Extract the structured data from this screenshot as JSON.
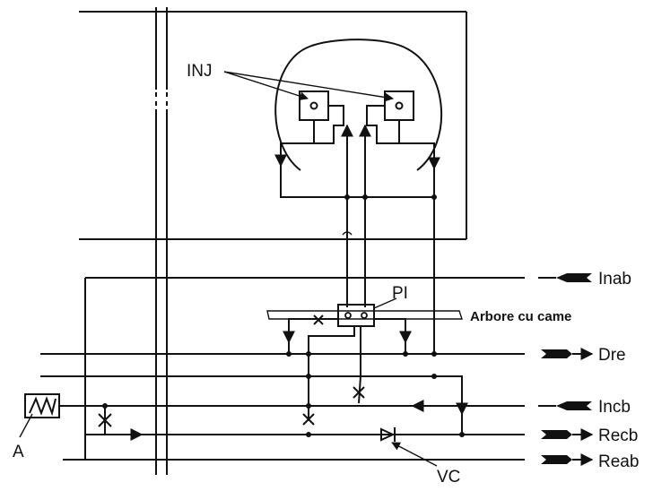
{
  "labels": {
    "inj": "INJ",
    "pi": "PI",
    "arbore": "Arbore cu came",
    "a": "A",
    "vc": "VC",
    "inab": "Inab",
    "dre": "Dre",
    "incb": "Incb",
    "recb": "Recb",
    "reab": "Reab"
  },
  "colors": {
    "line": "#111111",
    "background": "#ffffff"
  }
}
